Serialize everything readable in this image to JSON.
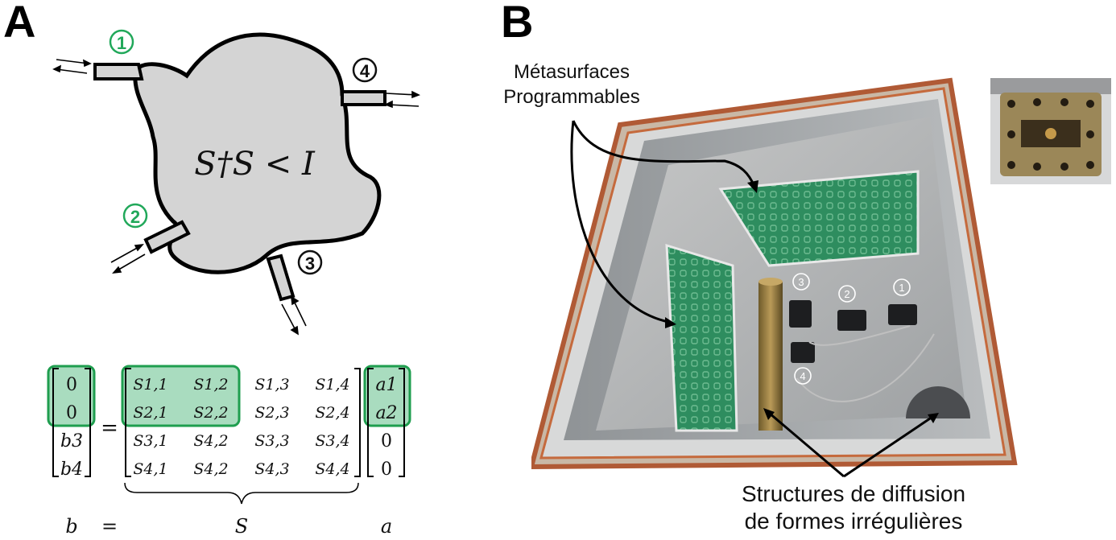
{
  "panel_a": {
    "label": "A",
    "cavity_equation": "S†S < I",
    "ports": [
      {
        "num": "1",
        "color": "#21a85a"
      },
      {
        "num": "2",
        "color": "#21a85a"
      },
      {
        "num": "3",
        "color": "#111111"
      },
      {
        "num": "4",
        "color": "#111111"
      }
    ],
    "vector_b": [
      "0",
      "0",
      "b3",
      "b4"
    ],
    "matrix_s": [
      [
        "S1,1",
        "S1,2",
        "S1,3",
        "S1,4"
      ],
      [
        "S2,1",
        "S2,2",
        "S2,3",
        "S2,4"
      ],
      [
        "S3,1",
        "S4,2",
        "S3,3",
        "S3,4"
      ],
      [
        "S4,1",
        "S4,2",
        "S4,3",
        "S4,4"
      ]
    ],
    "vector_a": [
      "a1",
      "a2",
      "0",
      "0"
    ],
    "bottom_labels": {
      "b": "b",
      "eq": "=",
      "S": "S",
      "a": "a"
    },
    "colors": {
      "highlight_fill": "#a9dcbf",
      "highlight_stroke": "#1f9e4f",
      "cavity_fill": "#d4d4d4"
    }
  },
  "panel_b": {
    "label": "B",
    "callout_metasurfaces_line1": "Métasurfaces",
    "callout_metasurfaces_line2": "Programmables",
    "callout_structures_line1": "Structures de diffusion",
    "callout_structures_line2": "de formes irrégulières",
    "port_markers": [
      "1",
      "2",
      "3",
      "4"
    ]
  }
}
